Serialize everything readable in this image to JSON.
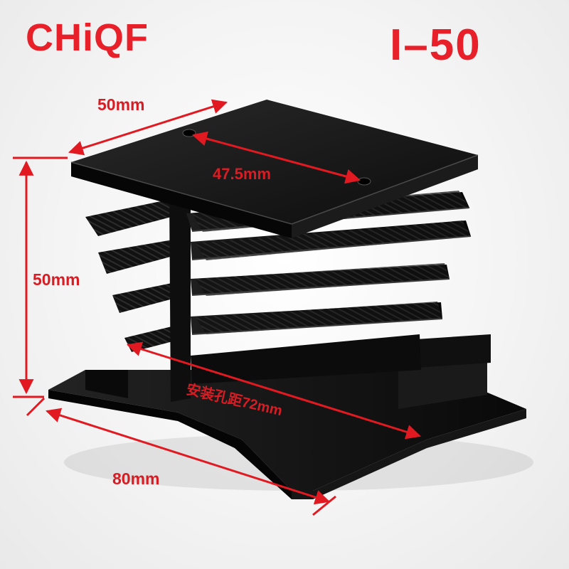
{
  "brand": {
    "name": "CHiQF",
    "color": "#e8202a"
  },
  "model": {
    "name": "I–50"
  },
  "dimensions": {
    "top_width": "50mm",
    "hole_spacing": "47.5mm",
    "height": "50mm",
    "base_width": "80mm",
    "mount_hole_spacing": "安装孔距72mm"
  },
  "colors": {
    "heatsink": "#121212",
    "arrow": "#e11a22",
    "background": "#f3f3f3"
  }
}
